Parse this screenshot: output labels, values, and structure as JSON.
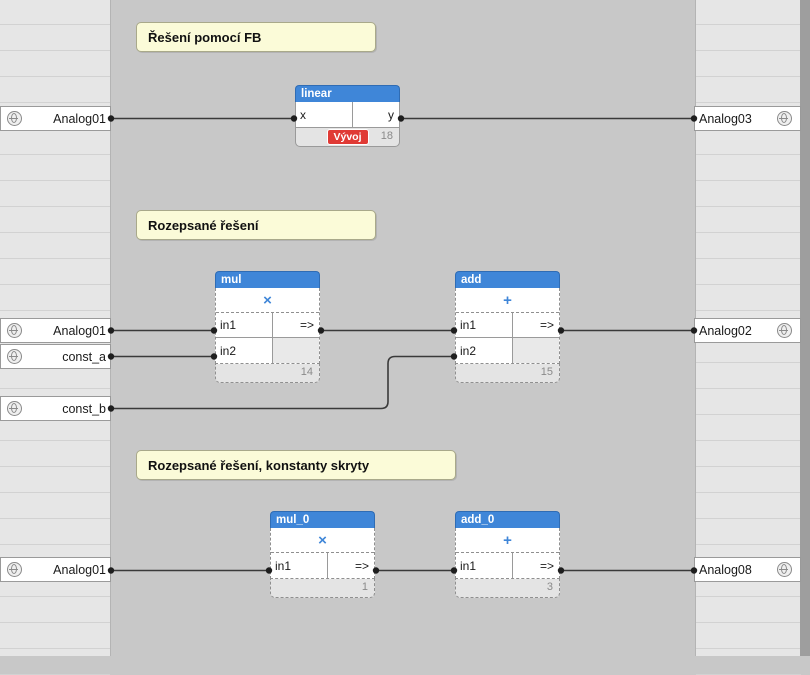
{
  "app": {
    "kind": "fbd-editor-canvas",
    "colors": {
      "block_header": "#3f86d8",
      "comment_fill": "#fbfbd8",
      "canvas": "#c8c8c8",
      "gutter": "#e6e6e6",
      "badge": "#e03a35",
      "wire": "#3a3a3a"
    }
  },
  "comments": [
    {
      "text": "Řešení pomocí FB"
    },
    {
      "text": "Rozepsané řešení"
    },
    {
      "text": "Rozepsané řešení, konstanty skryty"
    }
  ],
  "variables": {
    "inputs": [
      {
        "name": "Analog01",
        "icon": "globe-icon"
      },
      {
        "name": "Analog01",
        "icon": "globe-icon"
      },
      {
        "name": "const_a",
        "icon": "globe-icon"
      },
      {
        "name": "const_b",
        "icon": "globe-icon"
      },
      {
        "name": "Analog01",
        "icon": "globe-icon"
      }
    ],
    "outputs": [
      {
        "name": "Analog03",
        "icon": "globe-icon"
      },
      {
        "name": "Analog02",
        "icon": "globe-icon"
      },
      {
        "name": "Analog08",
        "icon": "globe-icon"
      }
    ]
  },
  "blocks": [
    {
      "title": "linear",
      "operator": "",
      "inputs": [
        "x"
      ],
      "output": "y",
      "footer_number": "18",
      "badge": "Vývoj",
      "style": "solid"
    },
    {
      "title": "mul",
      "operator": "×",
      "inputs": [
        "in1",
        "in2"
      ],
      "output": "=>",
      "footer_number": "14",
      "badge": "",
      "style": "dashed"
    },
    {
      "title": "add",
      "operator": "+",
      "inputs": [
        "in1",
        "in2"
      ],
      "output": "=>",
      "footer_number": "15",
      "badge": "",
      "style": "dashed"
    },
    {
      "title": "mul_0",
      "operator": "×",
      "inputs": [
        "in1"
      ],
      "output": "=>",
      "footer_number": "1",
      "badge": "",
      "style": "dashed"
    },
    {
      "title": "add_0",
      "operator": "+",
      "inputs": [
        "in1"
      ],
      "output": "=>",
      "footer_number": "3",
      "badge": "",
      "style": "dashed"
    }
  ]
}
